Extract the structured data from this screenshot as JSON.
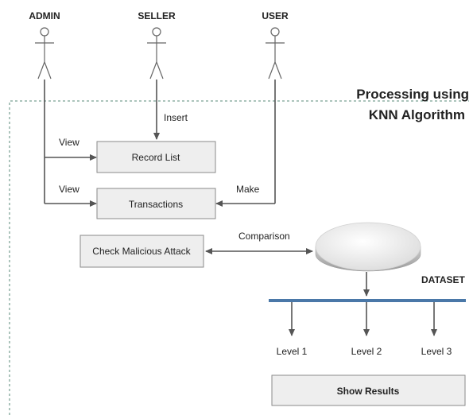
{
  "actors": {
    "admin": "ADMIN",
    "seller": "SELLER",
    "user": "USER"
  },
  "region": {
    "title_line1": "Processing using",
    "title_line2": "KNN Algorithm"
  },
  "edges": {
    "insert": "Insert",
    "view_record": "View",
    "view_transactions": "View",
    "make": "Make",
    "comparison": "Comparison"
  },
  "boxes": {
    "record_list": "Record List",
    "transactions": "Transactions",
    "check_malicious": "Check Malicious Attack",
    "show_results": "Show Results"
  },
  "dataset": {
    "label": "DATASET"
  },
  "levels": [
    "Level 1",
    "Level 2",
    "Level 3"
  ],
  "colors": {
    "bus": "#4a78a8",
    "box_fill": "#eeeeee",
    "region_border": "#5a8a7a"
  }
}
